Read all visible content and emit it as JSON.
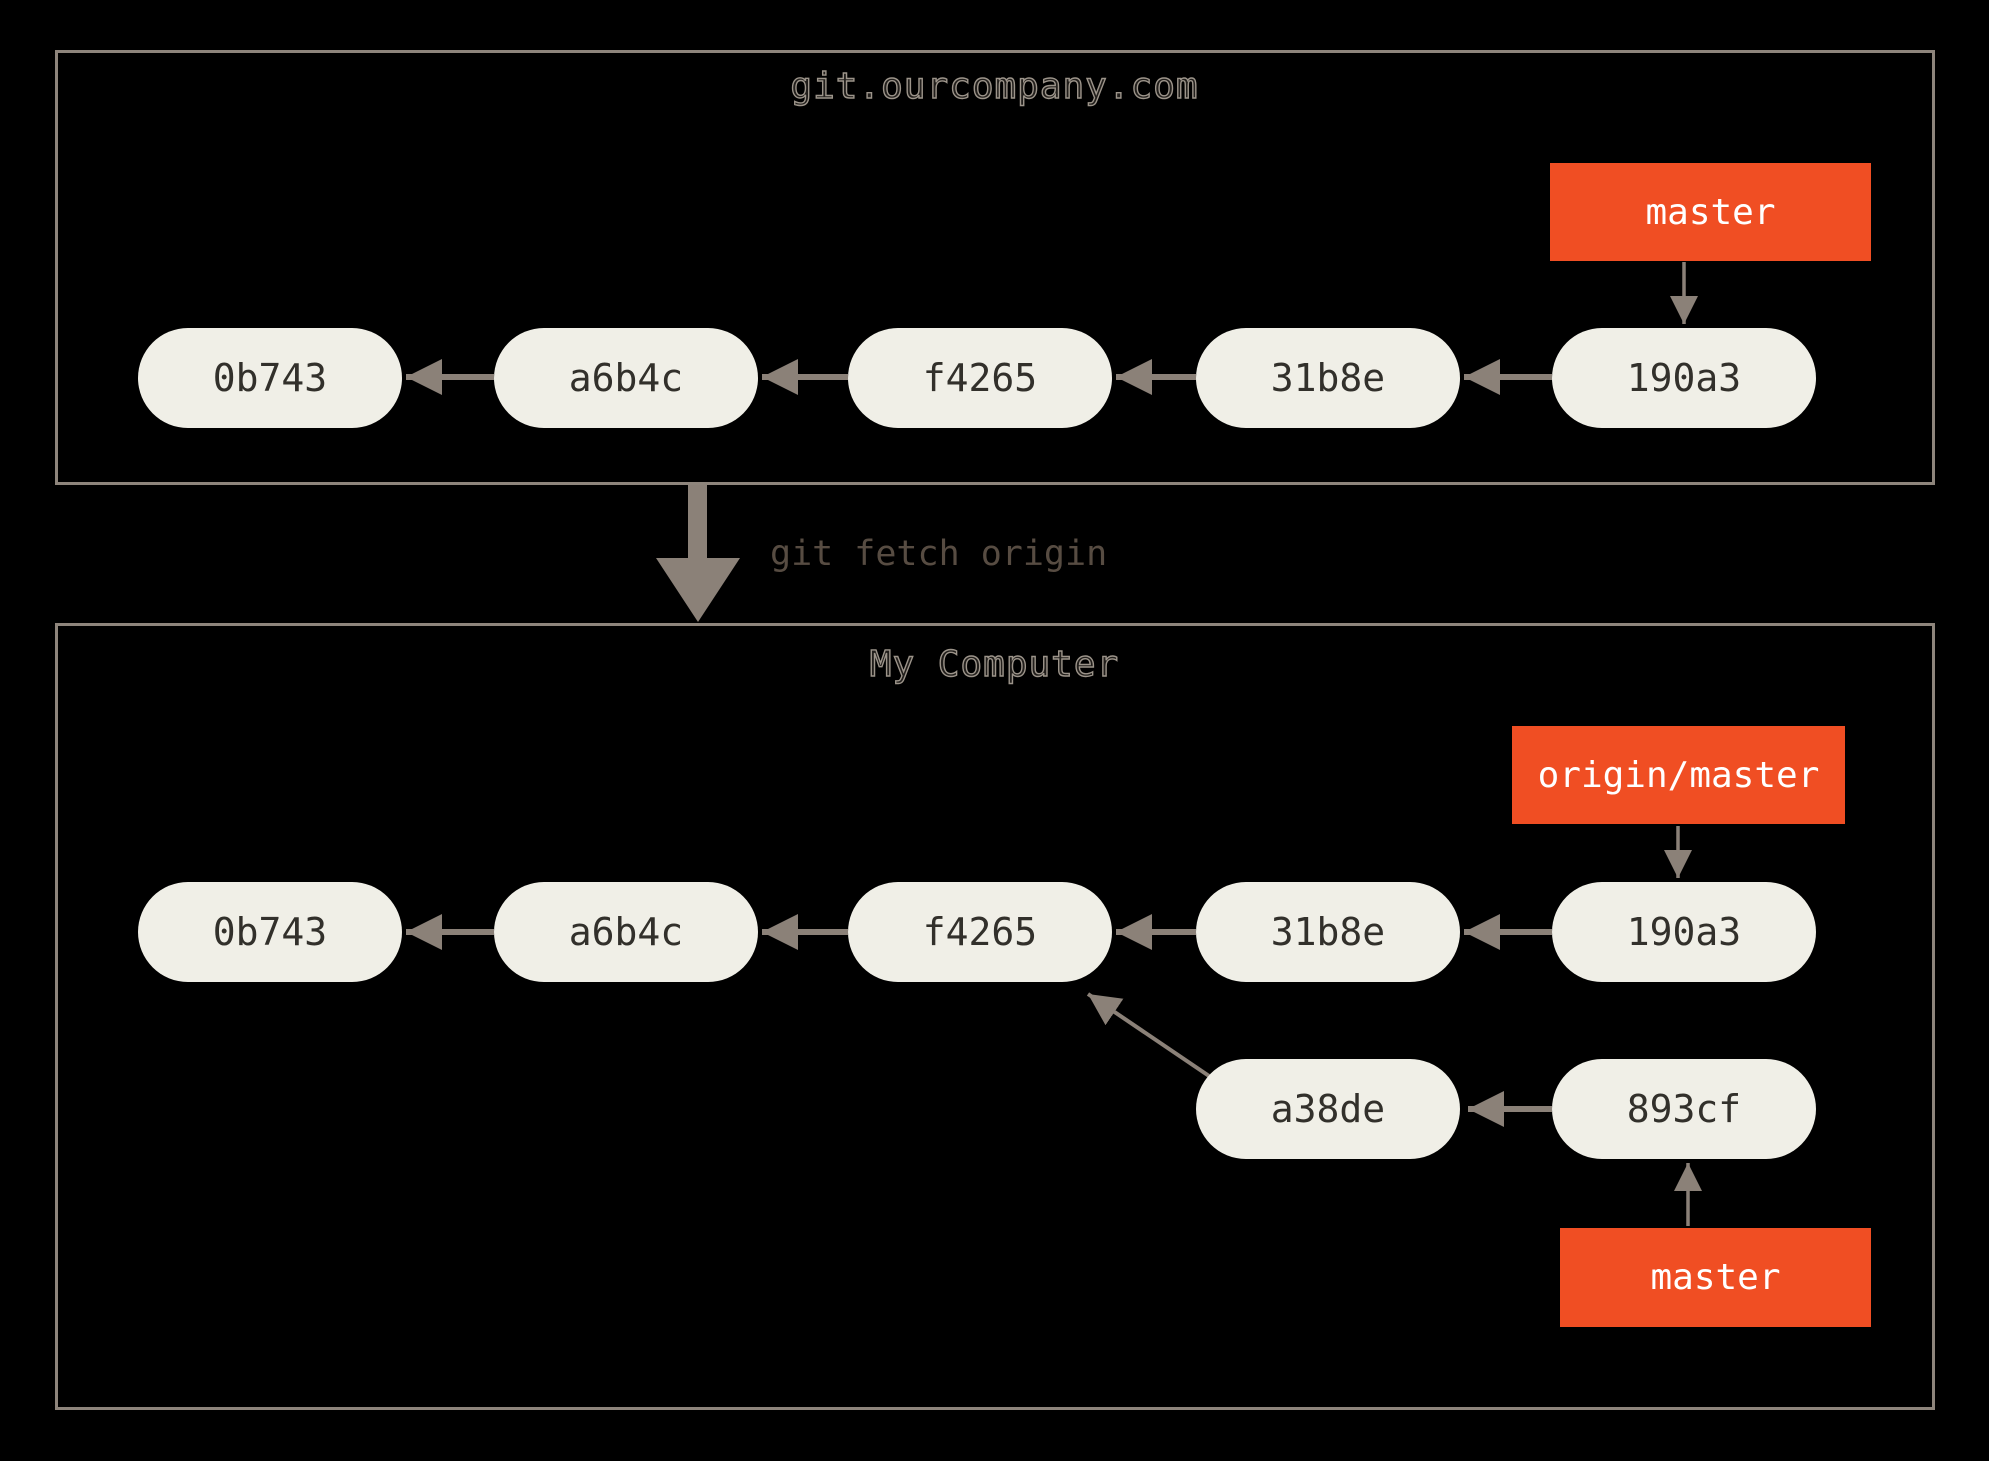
{
  "colors": {
    "background": "#000000",
    "box_border": "#8e857c",
    "node_fill": "#f0efe7",
    "node_text": "#32302b",
    "arrow": "#8b8178",
    "branch_label_bg": "#f04e23",
    "branch_label_text": "#ffffff",
    "title_text": "#9c948a",
    "command_text": "#574c42"
  },
  "remote_box": {
    "title": "git.ourcompany.com",
    "branch_label": "master",
    "commits": [
      "0b743",
      "a6b4c",
      "f4265",
      "31b8e",
      "190a3"
    ]
  },
  "transfer": {
    "command": "git fetch origin"
  },
  "local_box": {
    "title": "My Computer",
    "remote_tracking_label": "origin/master",
    "branch_label": "master",
    "commits": [
      "0b743",
      "a6b4c",
      "f4265",
      "31b8e",
      "190a3"
    ],
    "local_branch_commits": [
      "a38de",
      "893cf"
    ]
  }
}
